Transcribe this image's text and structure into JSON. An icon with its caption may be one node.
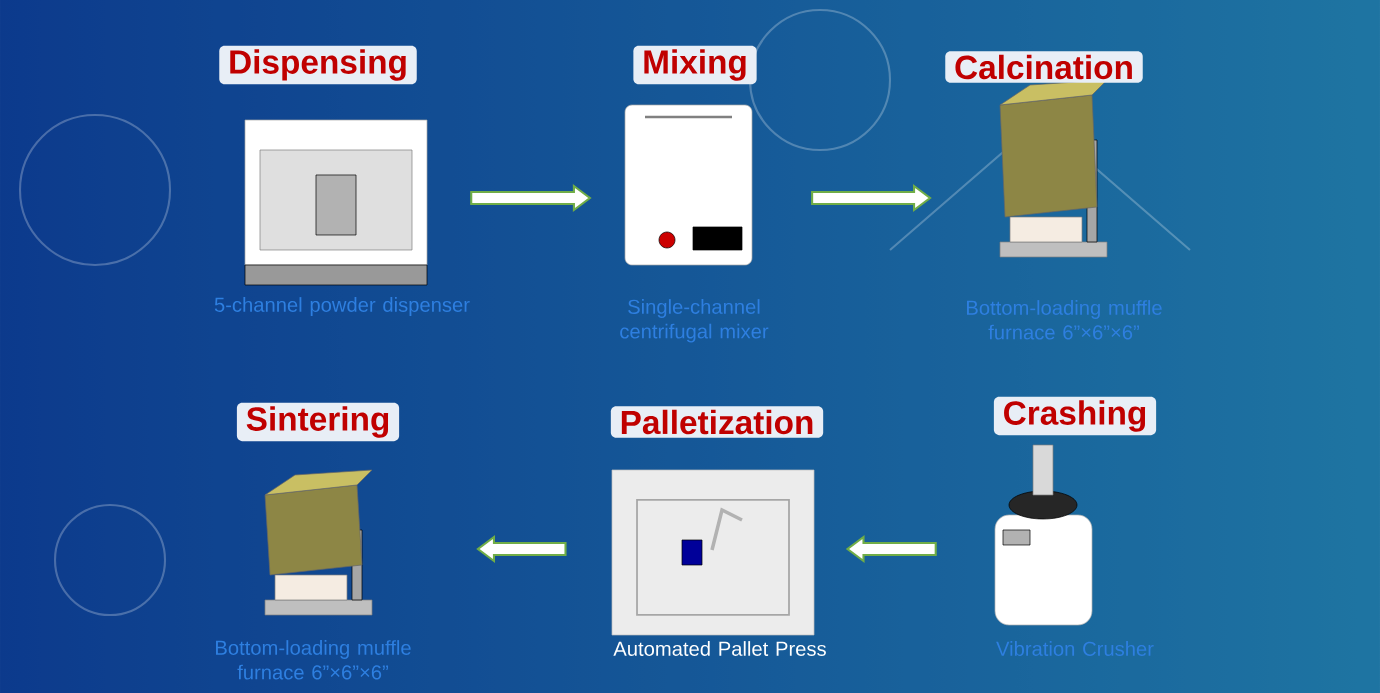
{
  "diagram": {
    "nodes": [
      {
        "text": [
          "Dispensing",
          "5-channel powder dispenser"
        ]
      },
      {
        "text": [
          "Mixing",
          "Single-channel centrifugal mixer"
        ]
      },
      {
        "text": [
          "Calcination",
          "Bottom-loading muffle furnace 6”×6”×6”"
        ]
      },
      {
        "text": [
          "Sintering",
          "Bottom-loading muffle furnace 6”×6”×6”"
        ]
      },
      {
        "text": [
          "Palletization",
          "Automated Pallet Press"
        ]
      },
      {
        "text": [
          "Crashing",
          "Vibration Crusher"
        ]
      }
    ],
    "edges": [
      {
        "from": 0,
        "to": 1,
        "arrow": "to"
      },
      {
        "from": 1,
        "to": 2,
        "arrow": "to"
      },
      {
        "from": 5,
        "to": 4,
        "arrow": "to"
      },
      {
        "from": 4,
        "to": 3,
        "arrow": "to"
      }
    ]
  }
}
